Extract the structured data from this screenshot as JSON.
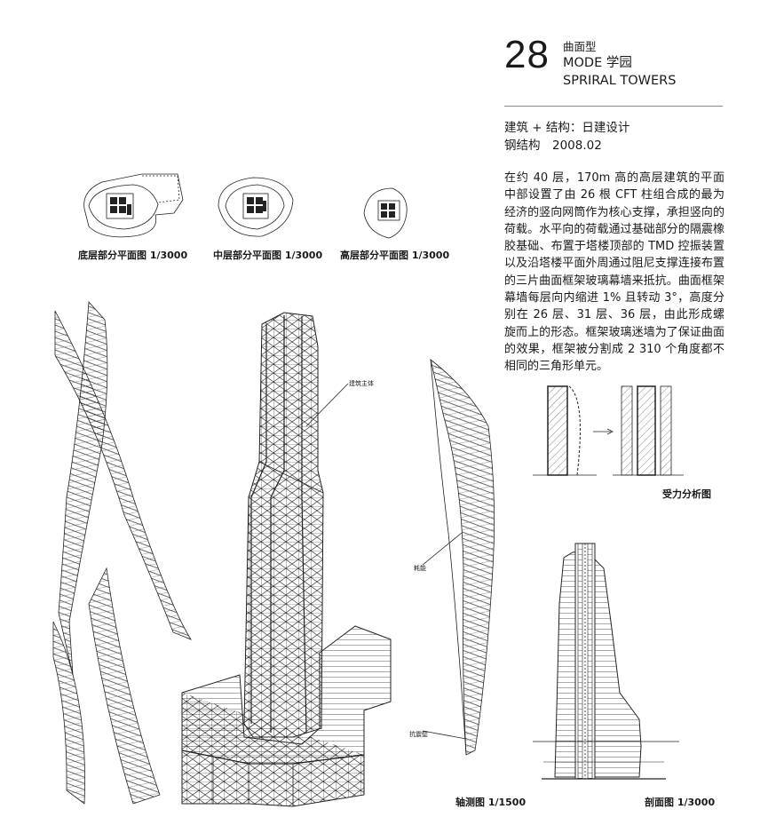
{
  "header": {
    "number": "28",
    "category": "曲面型",
    "name_cn": "MODE 学园",
    "name_en": "SPRIRAL TOWERS"
  },
  "meta": {
    "credits": "建筑 + 结构：日建设计",
    "structure": "钢结构　2008.02"
  },
  "description": "在约 40 层，170m 高的高层建筑的平面中部设置了由 26 根 CFT 柱组合成的最为经济的竖向网筒作为核心支撑，承担竖向的荷载。水平向的荷载通过基础部分的隔震橡胶基础、布置于塔楼顶部的 TMD 控振装置以及沿塔楼平面外周通过阻尼支撑连接布置的三片曲面框架玻璃幕墙来抵抗。曲面框架幕墙每层向内缩进 1% 且转动 3°，高度分别在 26 层、31 层、36 层，由此形成螺旋而上的形态。框架玻璃迷墙为了保证曲面的效果，框架被分割成 2 310 个角度都不相同的三角形单元。",
  "plans": [
    {
      "caption": "底层部分平面图  1/3000"
    },
    {
      "caption": "中层部分平面图  1/3000"
    },
    {
      "caption": "高层部分平面图  1/3000"
    }
  ],
  "labels": {
    "main_body": "建筑主体",
    "energy": "耗能",
    "shear_wall": "抗震壁"
  },
  "captions": {
    "force": "受力分析图",
    "axo": "轴测图  1/1500",
    "section": "剖面图  1/3000"
  }
}
